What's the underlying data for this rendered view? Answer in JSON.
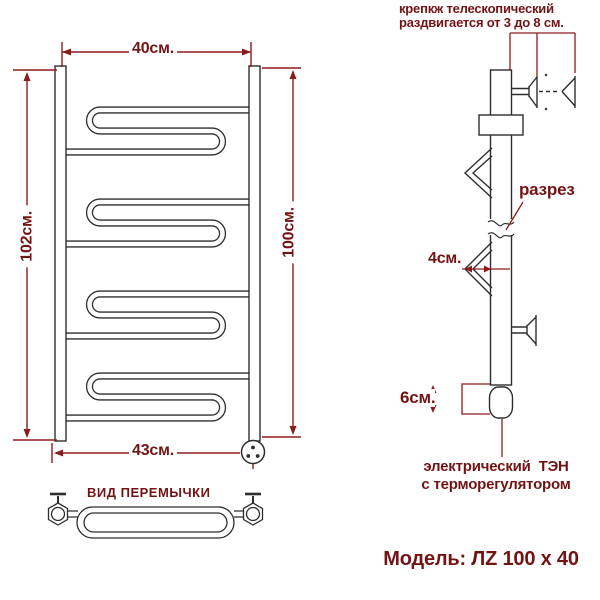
{
  "front_view": {
    "top_width": "40см.",
    "left_height": "102см.",
    "right_height": "100см.",
    "bottom_width": "43см."
  },
  "crossbar_view": {
    "title": "ВИД ПЕРЕМЫЧКИ"
  },
  "side_view": {
    "mount_note_line1": "крепкж телескопический",
    "mount_note_line2": "раздвигается от 3 до 8 см.",
    "section_label": "разрез",
    "crossbar_depth": "4см.",
    "heater_height": "6см.",
    "heater_note_line1": "электрический  ТЭН",
    "heater_note_line2": "с терморегулятором"
  },
  "model": {
    "label": "Модель: ЛZ 100 х 40"
  },
  "colors": {
    "diagram_line": "#2e2e2e",
    "dimension_red": "#8e1b1b",
    "text_red": "#731414",
    "background": "#ffffff"
  }
}
